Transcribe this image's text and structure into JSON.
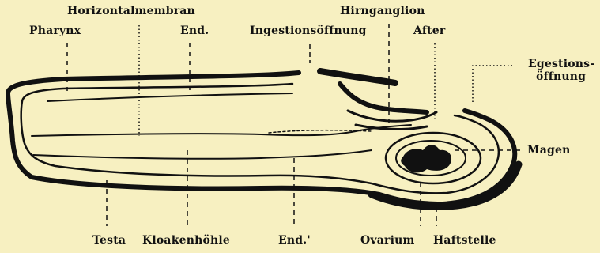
{
  "labels": {
    "horizontalmembran": "Horizontalmembran",
    "pharynx": "Pharynx",
    "end_top": "End.",
    "ingestionsoeffnung": "Ingestionsöffnung",
    "hirnganglion": "Hirnganglion",
    "after": "After",
    "egestions_line1": "Egestions-",
    "egestions_line2": "öffnung",
    "magen": "Magen",
    "testa": "Testa",
    "kloakenhoehle": "Kloakenhöhle",
    "end_bottom": "End.'",
    "ovarium": "Ovarium",
    "haftstelle": "Haftstelle"
  },
  "colors": {
    "background": "#f7f0c1",
    "ink": "#111111"
  }
}
